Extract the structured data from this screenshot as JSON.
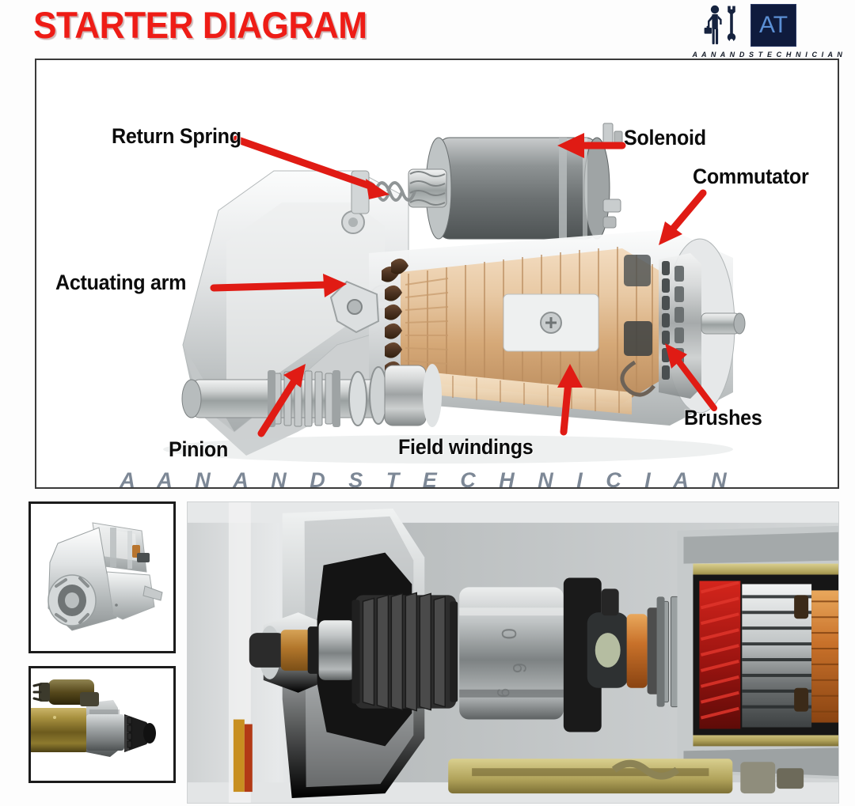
{
  "header": {
    "title": "STARTER DIAGRAM",
    "title_color": "#ee1c16",
    "brand": {
      "badge_text": "AT",
      "badge_bg": "#0f1b3d",
      "badge_fg": "#5b8fd4",
      "name": "A A N A N D S   T E C H N I C I A N",
      "figure_icon": "technician-with-wrench-icon"
    }
  },
  "diagram": {
    "alt": "Cutaway illustration of an automotive starter motor",
    "labels": [
      {
        "id": "return-spring",
        "text": "Return Spring",
        "arrow": "points right-down to spring"
      },
      {
        "id": "solenoid",
        "text": "Solenoid",
        "arrow": "points left to solenoid barrel"
      },
      {
        "id": "commutator",
        "text": "Commutator",
        "arrow": "points down-left to commutator"
      },
      {
        "id": "actuating-arm",
        "text": "Actuating arm",
        "arrow": "points right to lever fork"
      },
      {
        "id": "brushes",
        "text": "Brushes",
        "arrow": "points up-left to brush holder"
      },
      {
        "id": "field-windings",
        "text": "Field windings",
        "arrow": "points up to field coils"
      },
      {
        "id": "pinion",
        "text": "Pinion",
        "arrow": "points up-right to pinion gear"
      }
    ],
    "arrow_color": "#e01b14",
    "border_color": "#3a3a3a"
  },
  "watermark": {
    "text": "A A N A N D S   T E C H N I C I A N",
    "color": "#737e8e"
  },
  "gallery": {
    "thumbnails": [
      {
        "id": "thumb-top",
        "alt": "Chrome silver starter motor photograph"
      },
      {
        "id": "thumb-bottom",
        "alt": "Brass and steel starter motor photograph"
      }
    ],
    "main_photo": {
      "id": "main-photo",
      "alt": "Cutaway photograph of starter motor showing pinion, armature windings and commutator"
    }
  }
}
